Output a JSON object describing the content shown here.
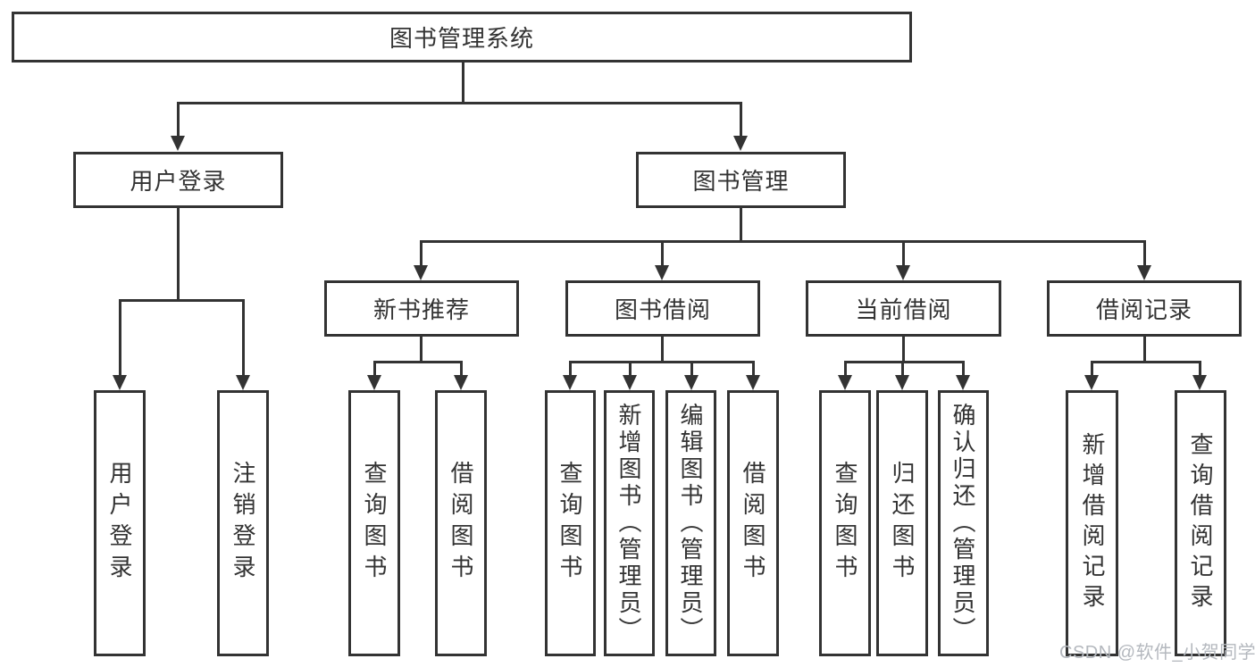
{
  "tree": {
    "root": {
      "label": "图书管理系统"
    },
    "branches": {
      "user_login": {
        "label": "用户登录",
        "children": {
          "login": {
            "label": "用户登录"
          },
          "logout": {
            "label": "注销登录"
          }
        }
      },
      "book_mgmt": {
        "label": "图书管理",
        "children": {
          "new_book": {
            "label": "新书推荐",
            "children": {
              "query": {
                "label": "查询图书"
              },
              "borrow": {
                "label": "借阅图书"
              }
            }
          },
          "borrow": {
            "label": "图书借阅",
            "children": {
              "query": {
                "label": "查询图书"
              },
              "add": {
                "label": "新增图书（管理员）"
              },
              "edit": {
                "label": "编辑图书（管理员）"
              },
              "borrow": {
                "label": "借阅图书"
              }
            }
          },
          "current": {
            "label": "当前借阅",
            "children": {
              "query": {
                "label": "查询图书"
              },
              "return": {
                "label": "归还图书"
              },
              "confirm": {
                "label": "确认归还（管理员）"
              }
            }
          },
          "records": {
            "label": "借阅记录",
            "children": {
              "add": {
                "label": "新增借阅记录"
              },
              "query": {
                "label": "查询借阅记录"
              }
            }
          }
        }
      }
    }
  },
  "watermark": {
    "text": "CSDN @软件_小贺同学"
  },
  "colors": {
    "line": "#333333",
    "text": "#333333",
    "watermark": "#b4b8be",
    "background": "#ffffff"
  }
}
